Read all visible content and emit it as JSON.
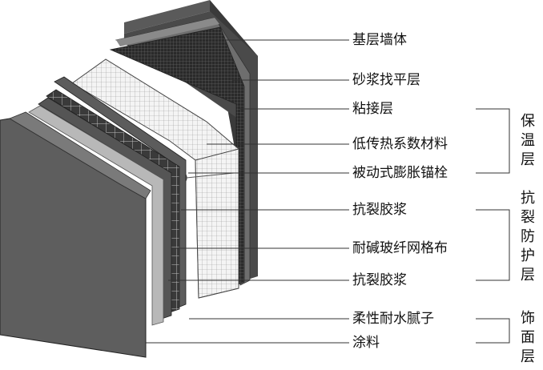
{
  "layers": [
    {
      "label": "基层墙体",
      "color": "#444444"
    },
    {
      "label": "砂浆找平层",
      "color": "#6a6a6a"
    },
    {
      "label": "粘接层",
      "color": "#222222"
    },
    {
      "label": "低传热系数材料",
      "color": "#f2f2f2"
    },
    {
      "label": "被动式膨胀锚栓",
      "color": "#cfcfcf"
    },
    {
      "label": "抗裂胶浆",
      "color": "#5a5a5a"
    },
    {
      "label": "耐碱玻纤网格布",
      "color": "#3a3a3a"
    },
    {
      "label": "抗裂胶浆",
      "color": "#555555"
    },
    {
      "label": "柔性耐水腻子",
      "color": "#b5b5b5"
    },
    {
      "label": "涂料",
      "color": "#5e5e5e"
    }
  ],
  "groups": [
    {
      "label": "保温层"
    },
    {
      "label": "抗裂防护层"
    },
    {
      "label": "饰面层"
    }
  ]
}
